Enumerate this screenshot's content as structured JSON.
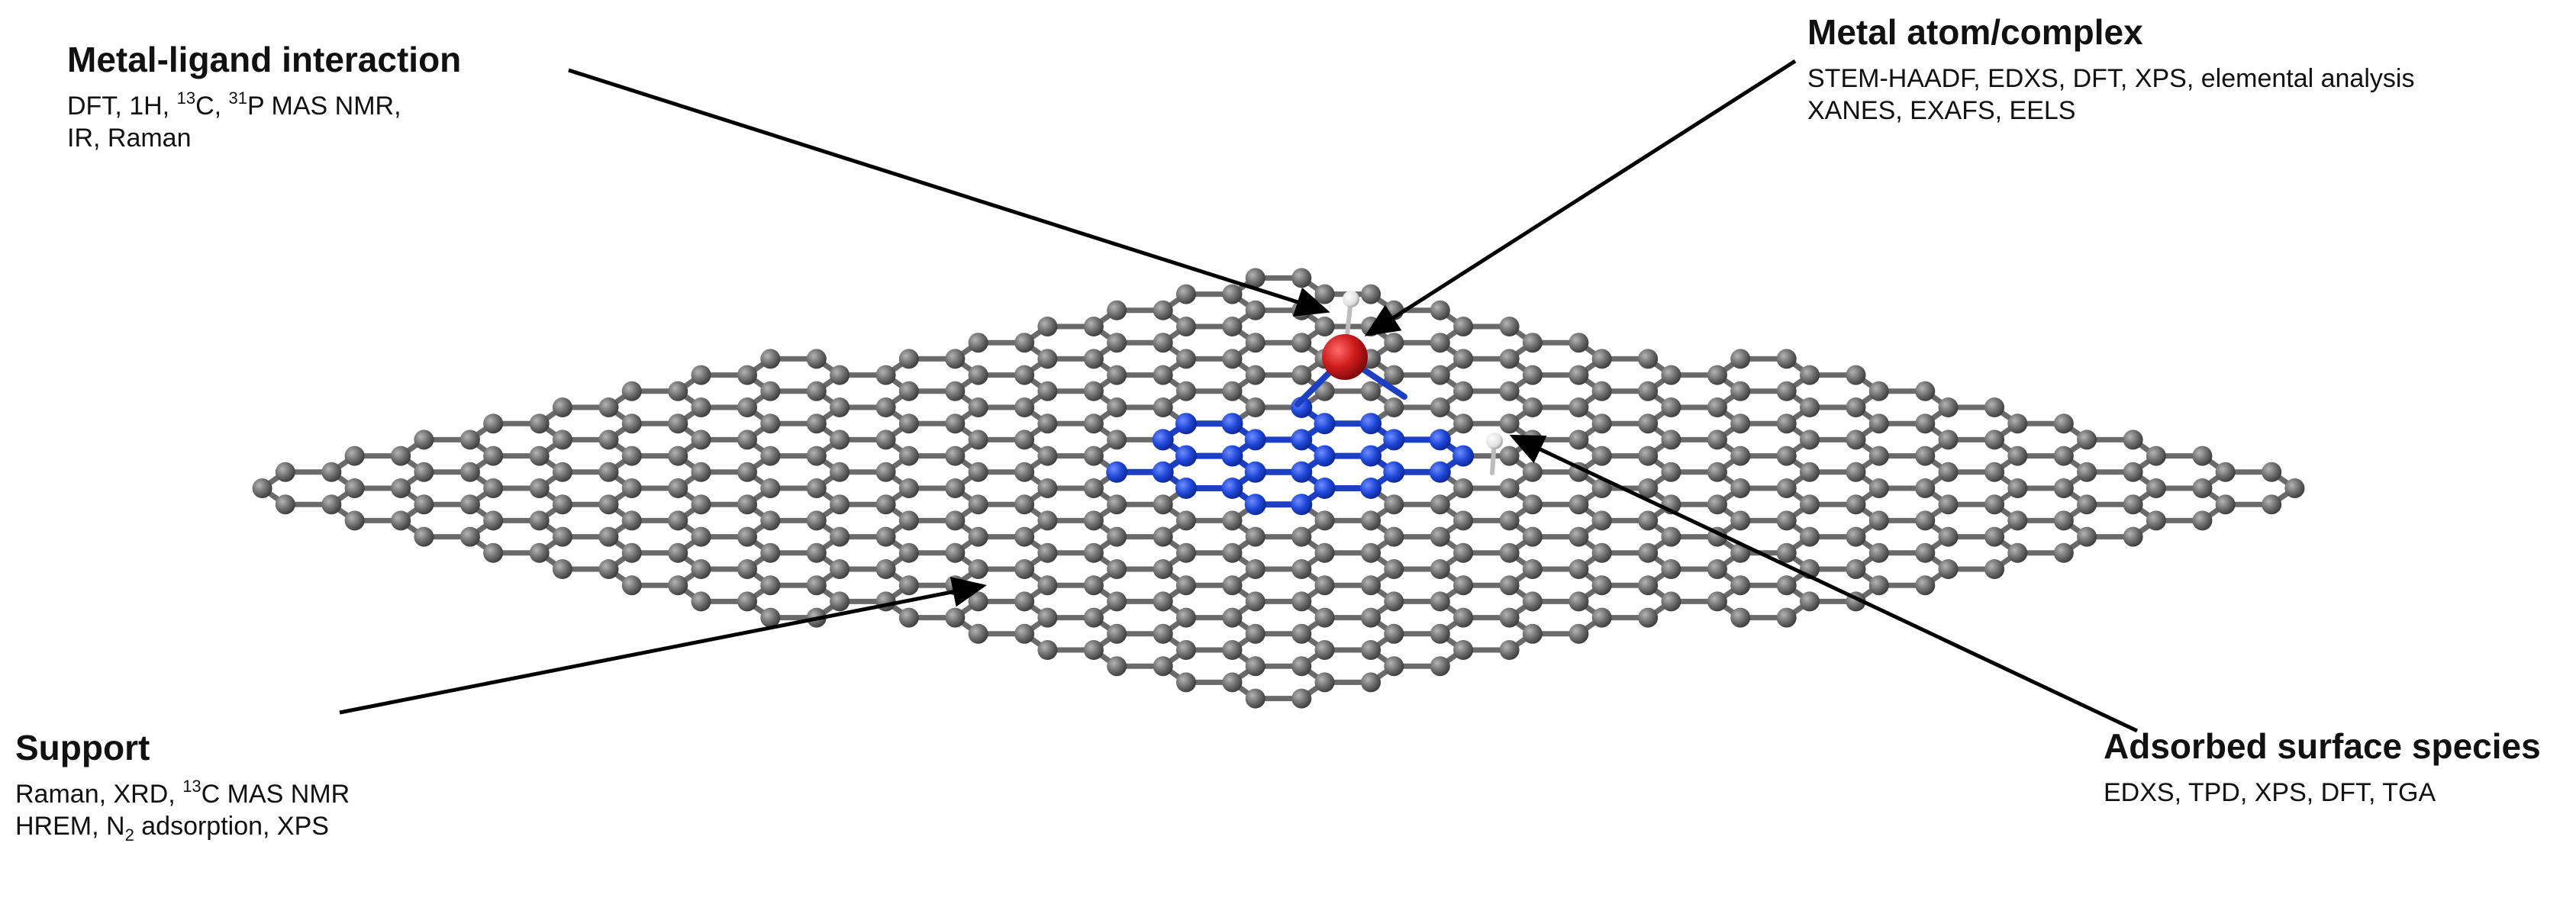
{
  "colors": {
    "support_atom": "#6e6e6e",
    "support_bond": "#6a6a6a",
    "doped_atom": "#1f48d8",
    "doped_bond": "#1c3fc4",
    "metal_atom": "#cc1a1a",
    "hydrogen": "#f4f4f4",
    "arrow": "#000000"
  },
  "labels": {
    "metal_ligand": {
      "title": "Metal-ligand interaction",
      "line1": {
        "a": "DFT, 1H, ",
        "s1": "13",
        "b": "C, ",
        "s2": "31",
        "c": "P MAS NMR,"
      },
      "line2": "IR, Raman"
    },
    "metal_atom": {
      "title": "Metal atom/complex",
      "line1": "STEM-HAADF, EDXS, DFT, XPS, elemental analysis",
      "line2": "XANES, EXAFS, EELS"
    },
    "support": {
      "title": "Support",
      "line1": {
        "a": "Raman, XRD, ",
        "s1": "13",
        "b": "C MAS NMR"
      },
      "line2": {
        "a": "HREM, N",
        "s1": "2",
        "b": " adsorption, XPS"
      }
    },
    "adsorbed": {
      "title": "Adsorbed surface species",
      "line1": "EDXS, TPD, XPS, DFT, TGA"
    }
  },
  "icons": [
    "graphene-support-lattice",
    "doped-region",
    "metal-atom",
    "hydrogen-atom"
  ]
}
